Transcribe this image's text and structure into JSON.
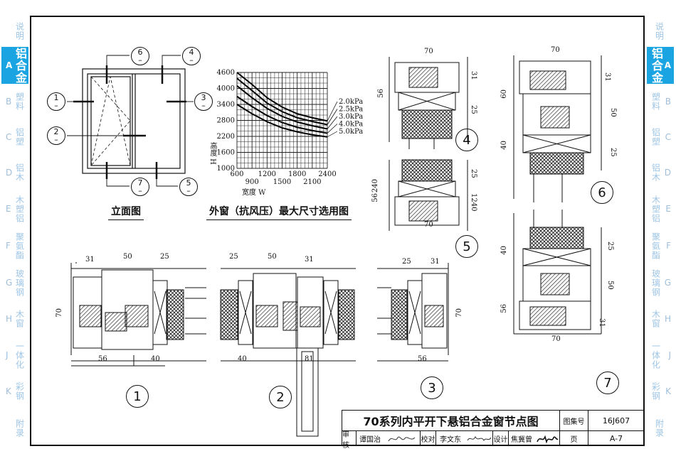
{
  "left_tabs": [
    {
      "code": "",
      "label": "说明"
    },
    {
      "code": "A",
      "label": "铝合金",
      "active": true
    },
    {
      "code": "B",
      "label": "塑料"
    },
    {
      "code": "C",
      "label": "铝塑"
    },
    {
      "code": "D",
      "label": "铝木"
    },
    {
      "code": "E",
      "label": "木塑铝"
    },
    {
      "code": "F",
      "label": "聚氨酯"
    },
    {
      "code": "G",
      "label": "玻璃钢"
    },
    {
      "code": "H",
      "label": "木窗"
    },
    {
      "code": "J",
      "label": "一体化"
    },
    {
      "code": "K",
      "label": "彩钢"
    },
    {
      "code": "",
      "label": "附录"
    }
  ],
  "elevation": {
    "caption": "立面图",
    "markers": [
      "1",
      "2",
      "3",
      "4",
      "5",
      "6",
      "7"
    ],
    "marker_dash": "–"
  },
  "chart_title": "外窗（抗风压）最大尺寸选用图",
  "chart_data": {
    "type": "line",
    "title": "外窗（抗风压）最大尺寸选用图",
    "xlabel": "宽度 W",
    "ylabel": "高度 H",
    "xlim": [
      600,
      2400
    ],
    "ylim": [
      1000,
      4600
    ],
    "x_ticks_upper": [
      "600",
      "1200",
      "1800",
      "2400"
    ],
    "x_ticks_lower": [
      "900",
      "1500",
      "2100"
    ],
    "y_ticks": [
      "4600",
      "4000",
      "3400",
      "2800",
      "2200",
      "1600",
      "1000"
    ],
    "grid": true,
    "series": [
      {
        "name": "2.0kPa",
        "x": [
          600,
          900,
          1200,
          1500,
          1800,
          2100,
          2400
        ],
        "y": [
          4600,
          4150,
          3650,
          3300,
          3050,
          2900,
          2780
        ]
      },
      {
        "name": "2.5kPa",
        "x": [
          600,
          900,
          1200,
          1500,
          1800,
          2100,
          2400
        ],
        "y": [
          4380,
          3920,
          3450,
          3130,
          2900,
          2760,
          2640
        ]
      },
      {
        "name": "3.0kPa",
        "x": [
          600,
          900,
          1200,
          1500,
          1800,
          2100,
          2400
        ],
        "y": [
          4100,
          3650,
          3250,
          2950,
          2740,
          2600,
          2480
        ]
      },
      {
        "name": "4.0kPa",
        "x": [
          600,
          900,
          1200,
          1500,
          1800,
          2100,
          2400
        ],
        "y": [
          3700,
          3320,
          2980,
          2720,
          2540,
          2420,
          2320
        ]
      },
      {
        "name": "5.0kPa",
        "x": [
          600,
          900,
          1200,
          1500,
          1800,
          2100,
          2400
        ],
        "y": [
          3400,
          3050,
          2750,
          2520,
          2370,
          2260,
          2180
        ]
      }
    ]
  },
  "details": {
    "d1": {
      "num": "1",
      "dims": [
        "31",
        "50",
        "25",
        "70",
        "56",
        "40"
      ]
    },
    "d2": {
      "num": "2",
      "dims": [
        "25",
        "50",
        "31",
        "40",
        "81"
      ]
    },
    "d3": {
      "num": "3",
      "dims": [
        "25",
        "31",
        "70",
        "56"
      ]
    },
    "d4": {
      "num": "4",
      "dims": [
        "70",
        "31",
        "56",
        "25"
      ]
    },
    "d5": {
      "num": "5",
      "dims": [
        "25",
        "240",
        "56",
        "1240",
        "70"
      ]
    },
    "d6": {
      "num": "6",
      "dims": [
        "70",
        "31",
        "60",
        "50",
        "40",
        "25"
      ]
    },
    "d7": {
      "num": "7",
      "dims": [
        "40",
        "25",
        "50",
        "56",
        "31",
        "70"
      ]
    }
  },
  "title_block": {
    "title": "70系列内平开下悬铝合金窗节点图",
    "atlas_label": "图集号",
    "atlas_no": "16J607",
    "review_label": "审核",
    "reviewer": "谭国治",
    "check_label": "校对",
    "checker": "李文东",
    "design_label": "设计",
    "designer": "焦冀曾",
    "page_label": "页",
    "page_no": "A-7"
  }
}
